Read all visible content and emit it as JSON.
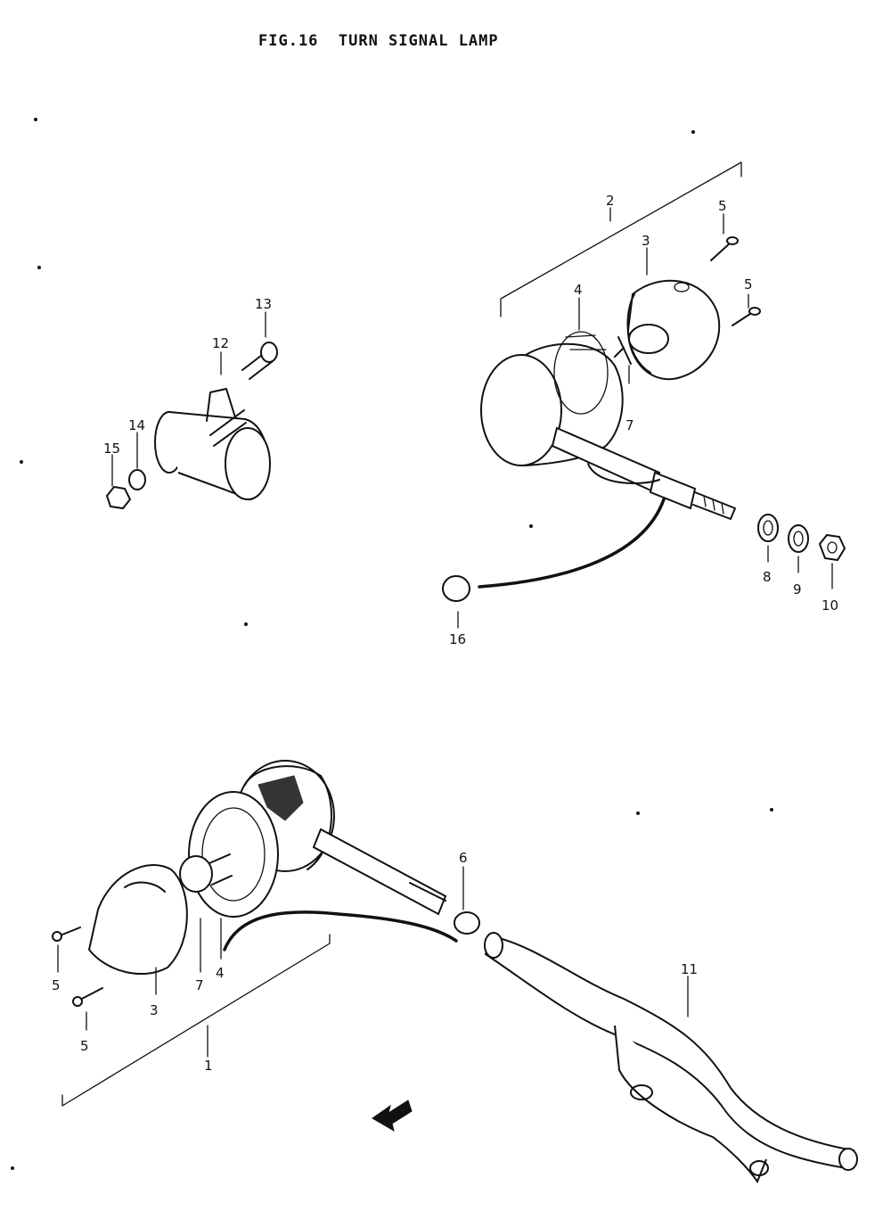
{
  "figure": {
    "title": "FIG.16  TURN SIGNAL LAMP"
  },
  "callouts": {
    "c1": "1",
    "c2": "2",
    "c3a": "3",
    "c3b": "3",
    "c4a": "4",
    "c4b": "4",
    "c5a": "5",
    "c5b": "5",
    "c5c": "5",
    "c5d": "5",
    "c6": "6",
    "c7a": "7",
    "c7b": "7",
    "c8": "8",
    "c9": "9",
    "c10": "10",
    "c11": "11",
    "c12": "12",
    "c13": "13",
    "c14": "14",
    "c15": "15",
    "c16": "16"
  },
  "icons": {
    "front-arrow": "arrow-left-icon"
  }
}
